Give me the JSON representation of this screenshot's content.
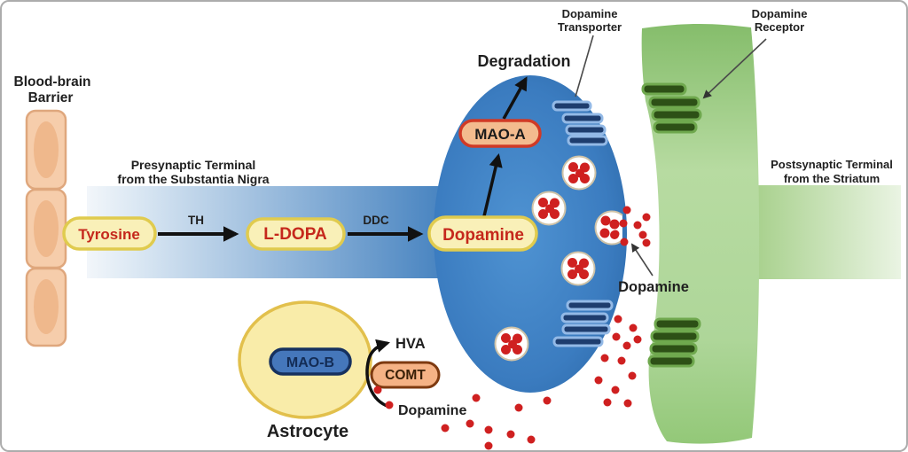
{
  "labels": {
    "blood_brain_barrier": [
      "Blood-brain",
      "Barrier"
    ],
    "presynaptic": [
      "Presynaptic Terminal",
      "from the Substantia Nigra"
    ],
    "postsynaptic": [
      "Postsynaptic Terminal",
      "from the Striatum"
    ],
    "degradation": "Degradation",
    "dopamine_transporter": [
      "Dopamine",
      "Transporter"
    ],
    "dopamine_receptor": [
      "Dopamine",
      "Receptor"
    ],
    "cleft_dopamine": "Dopamine",
    "astrocyte": "Astrocyte",
    "astro_dopamine": "Dopamine",
    "hva": "HVA"
  },
  "molecules": {
    "tyrosine": "Tyrosine",
    "l_dopa": "L-DOPA",
    "dopamine": "Dopamine"
  },
  "enzymes": {
    "th": "TH",
    "ddc": "DDC",
    "mao_a": "MAO-A",
    "mao_b": "MAO-B",
    "comt": "COMT"
  },
  "colors": {
    "presynaptic_blue": "#3a7cc0",
    "postsynaptic_green": "#a9d18e",
    "bbb_cell": "#f6cdab",
    "pill_yellow_fill": "#f9f0b8",
    "pill_yellow_border": "#e0cb4e",
    "molecule_text_red": "#c5281c",
    "mao_a_fill": "#f3bb8e",
    "mao_a_border": "#d03a26",
    "mao_b_fill": "#4577bb",
    "mao_b_border": "#16315f",
    "comt_fill": "#f5b285",
    "comt_border": "#7e3a10",
    "transporter_bar": "#1e3d6e",
    "transporter_outline": "#93b9e6",
    "receptor_bar": "#2d5016",
    "receptor_outline": "#6fa84e",
    "dopamine_dot": "#cf2020",
    "astrocyte_fill": "#f9eca9",
    "astrocyte_border": "#e2c04c"
  }
}
